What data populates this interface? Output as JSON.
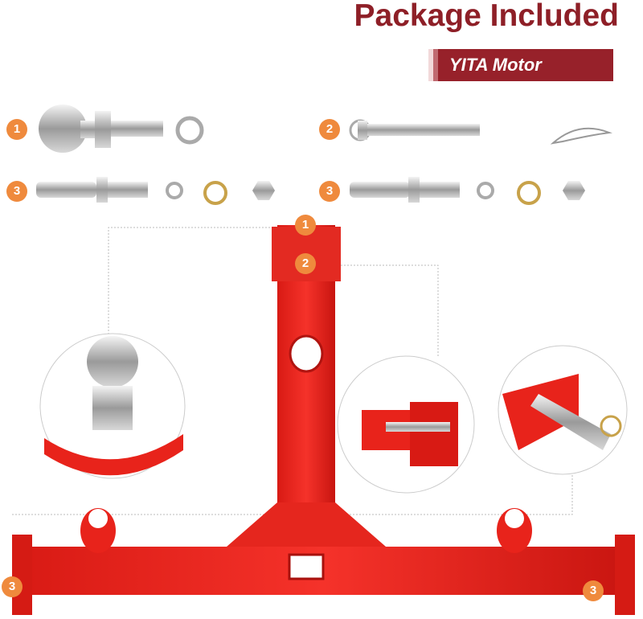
{
  "header": {
    "title": "Package Included",
    "brand": "YITA Motor"
  },
  "badges": {
    "one": "1",
    "two": "2",
    "three": "3"
  },
  "colors": {
    "title": "#8e1f27",
    "badge": "#ef8a3d",
    "frame": "#e8231b"
  }
}
